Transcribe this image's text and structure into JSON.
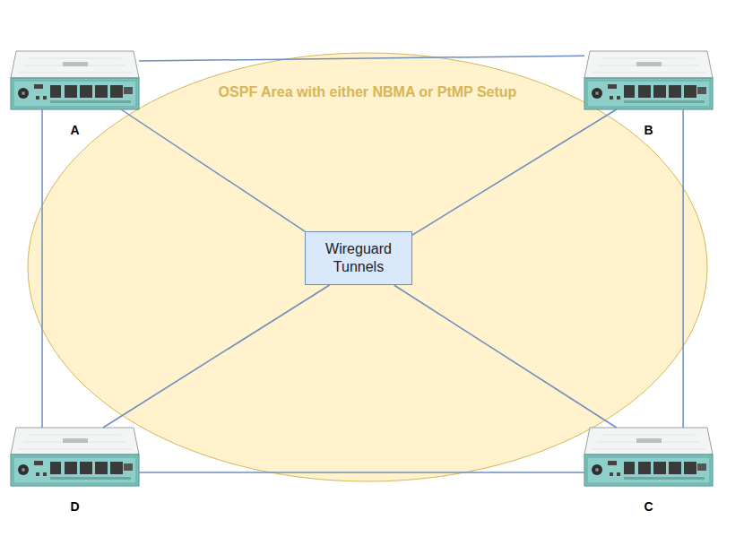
{
  "diagram": {
    "nodes": [
      {
        "text": [
          "A"
        ]
      },
      {
        "text": [
          "B"
        ]
      },
      {
        "text": [
          "OSPF Area with either NBMA or PtMP Setup"
        ]
      },
      {
        "text": [
          "Wireguard Tunnels"
        ],
        "in": 2
      },
      {
        "text": [
          "D"
        ]
      },
      {
        "text": [
          "C"
        ]
      }
    ],
    "edges": [
      {
        "from": 0,
        "to": 1,
        "arrow": "none"
      },
      {
        "from": 1,
        "to": 5,
        "arrow": "none"
      },
      {
        "from": 5,
        "to": 4,
        "arrow": "none"
      },
      {
        "from": 4,
        "to": 0,
        "arrow": "none"
      },
      {
        "from": 0,
        "to": 3,
        "arrow": "none"
      },
      {
        "from": 1,
        "to": 3,
        "arrow": "none"
      },
      {
        "from": 4,
        "to": 3,
        "arrow": "none"
      },
      {
        "from": 5,
        "to": 3,
        "arrow": "none"
      }
    ]
  }
}
